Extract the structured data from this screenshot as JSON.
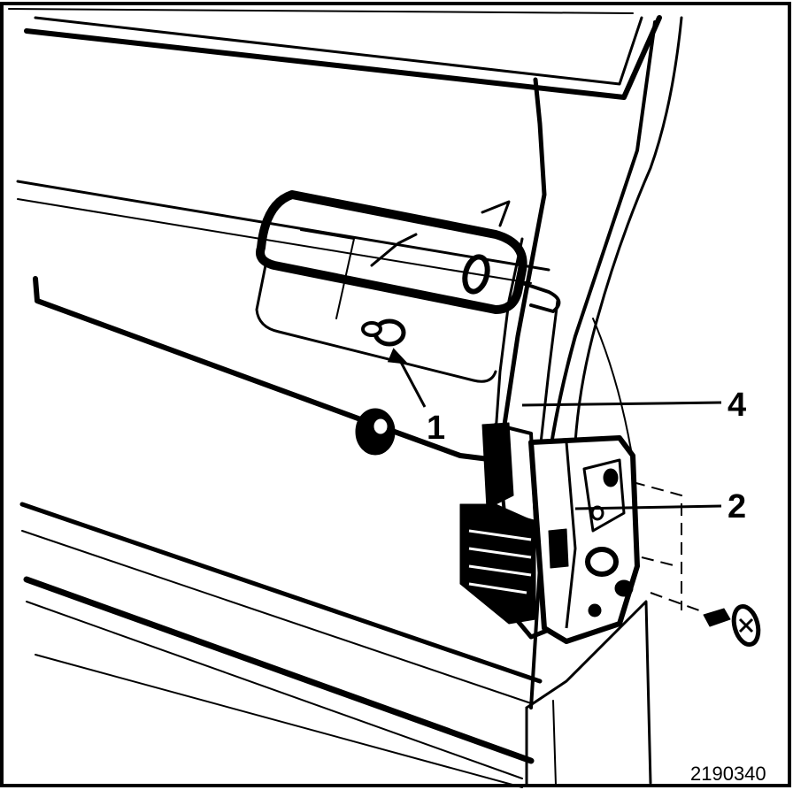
{
  "callouts": [
    {
      "id": "callout-1",
      "label": "1"
    },
    {
      "id": "callout-4",
      "label": "4"
    },
    {
      "id": "callout-2",
      "label": "2"
    }
  ],
  "figure_number": "2190340",
  "colors": {
    "ink": "#000000",
    "paper": "#ffffff"
  }
}
